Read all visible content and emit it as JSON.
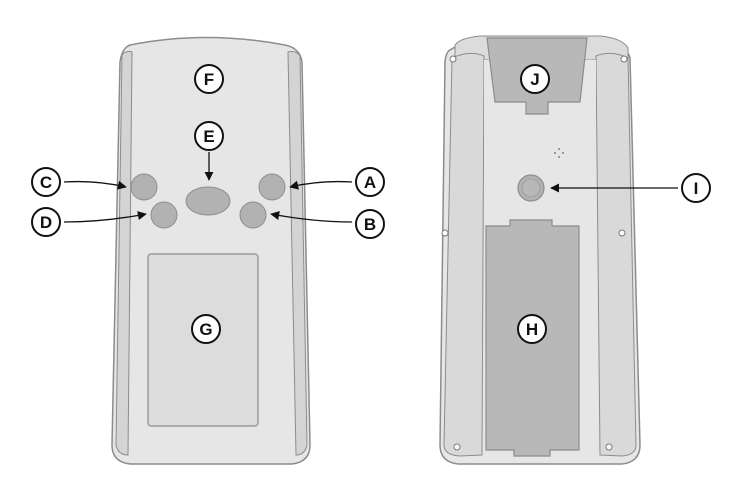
{
  "colors": {
    "body_fill": "#e6e6e6",
    "body_stroke": "#8c8c8c",
    "side_strip": "#d4d4d4",
    "button_fill": "#b2b2b2",
    "panel_fill": "#b8b8b8",
    "arrow": "#111111"
  },
  "front_device": {
    "callouts": [
      {
        "id": "A",
        "label": "A"
      },
      {
        "id": "B",
        "label": "B"
      },
      {
        "id": "C",
        "label": "C"
      },
      {
        "id": "D",
        "label": "D"
      },
      {
        "id": "E",
        "label": "E"
      },
      {
        "id": "F",
        "label": "F"
      },
      {
        "id": "G",
        "label": "G"
      }
    ]
  },
  "back_device": {
    "callouts": [
      {
        "id": "H",
        "label": "H"
      },
      {
        "id": "I",
        "label": "I"
      },
      {
        "id": "J",
        "label": "J"
      }
    ]
  }
}
